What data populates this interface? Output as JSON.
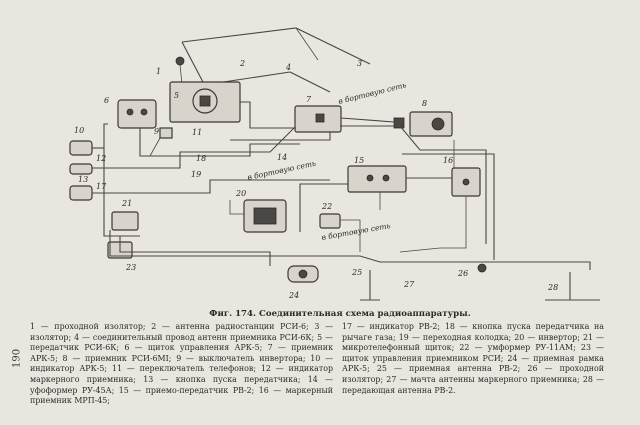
{
  "diagram": {
    "numbers": [
      "1",
      "2",
      "3",
      "4",
      "5",
      "6",
      "7",
      "8",
      "9",
      "10",
      "11",
      "12",
      "13",
      "14",
      "15",
      "16",
      "17",
      "18",
      "19",
      "20",
      "21",
      "22",
      "23",
      "24",
      "25",
      "26",
      "27",
      "28"
    ],
    "notes": {
      "onboard_1": "в бортовую сеть",
      "onboard_2": "в бортовую сеть",
      "onboard_3": "в бортовую сеть"
    }
  },
  "caption": "Фиг. 174. Соединительная схема радиоаппаратуры.",
  "legend": {
    "left": "1 — проходной изолятор; 2 — антенна радиостанции РСИ-6; 3 — изолятор; 4 — соединительный провод антенн приемника РСИ-6К; 5 — передатчик РСИ-6К; 6 — щиток управления АРК-5; 7 — приемник АРК-5; 8 — приемник РСИ-6МI; 9 — выключатель инвертора; 10 — индикатор АРК-5; 11 — переключатель телефонов; 12 — индикатор маркерного приемника; 13 — кнопка пуска передатчика; 14 — уфоформер РУ-45А; 15 — приемо-передатчик РВ-2; 16 — маркерный приемник МРП-45;",
    "right": "17 — индикатор РВ-2; 18 — кнопка пуска передатчика на рычаге газа; 19 — переходная колодка; 20 — инвертор; 21 — микротелефонный щиток; 22 — умформер РУ-11АМ; 23 — щиток управления приемником РСИ; 24 — приемная рамка АРК-5; 25 — приемная антенна РВ-2; 26 — проходной изолятор; 27 — мачта антенны маркерного приемника; 28 — передающая антенна РВ-2."
  },
  "page_number": "190"
}
